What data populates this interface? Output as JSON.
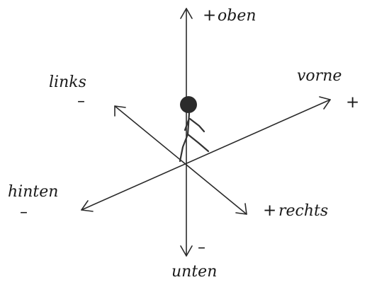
{
  "axes": {
    "oben": {
      "sign": "+",
      "word": "oben"
    },
    "unten": {
      "sign": "–",
      "word": "unten"
    },
    "links": {
      "sign": "–",
      "word": "links"
    },
    "rechts": {
      "sign": "+",
      "word": "rechts"
    },
    "vorne": {
      "sign": "+",
      "word": "vorne"
    },
    "hinten": {
      "sign": "–",
      "word": "hinten"
    }
  },
  "colors": {
    "ink": "#2a2a2a",
    "figure": "#333333"
  }
}
